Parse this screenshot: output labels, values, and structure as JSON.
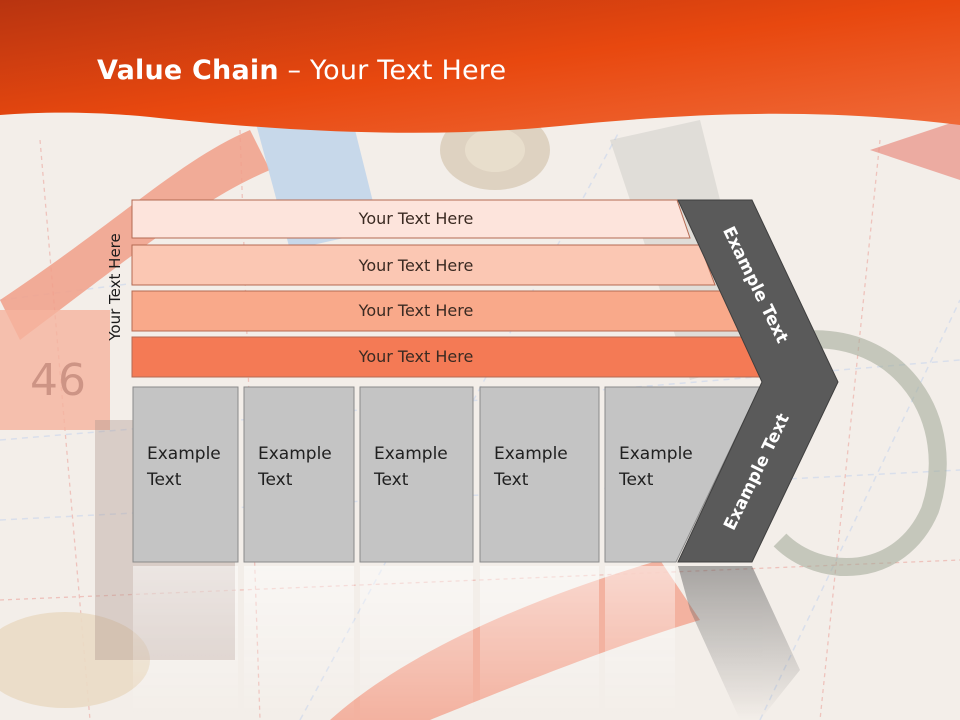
{
  "slide": {
    "title_bold": "Value Chain",
    "title_rest": " – Your Text Here",
    "side_label": "Your Text Here",
    "bands": [
      {
        "label": "Your Text Here",
        "color": "#fde4dc"
      },
      {
        "label": "Your Text Here",
        "color": "#fbc7b3"
      },
      {
        "label": "Your Text Here",
        "color": "#f9a98a"
      },
      {
        "label": "Your Text Here",
        "color": "#f47a55"
      }
    ],
    "cards": [
      {
        "line1": "Example",
        "line2": "Text"
      },
      {
        "line1": "Example",
        "line2": "Text"
      },
      {
        "line1": "Example",
        "line2": "Text"
      },
      {
        "line1": "Example",
        "line2": "Text"
      },
      {
        "line1": "Example",
        "line2": "Text"
      }
    ],
    "chevron_top_label": "Example Text",
    "chevron_bottom_label": "Example Text",
    "colors": {
      "header": "#e64a19",
      "card": "#c4c4c4",
      "chevron": "#5a5a5a"
    }
  }
}
